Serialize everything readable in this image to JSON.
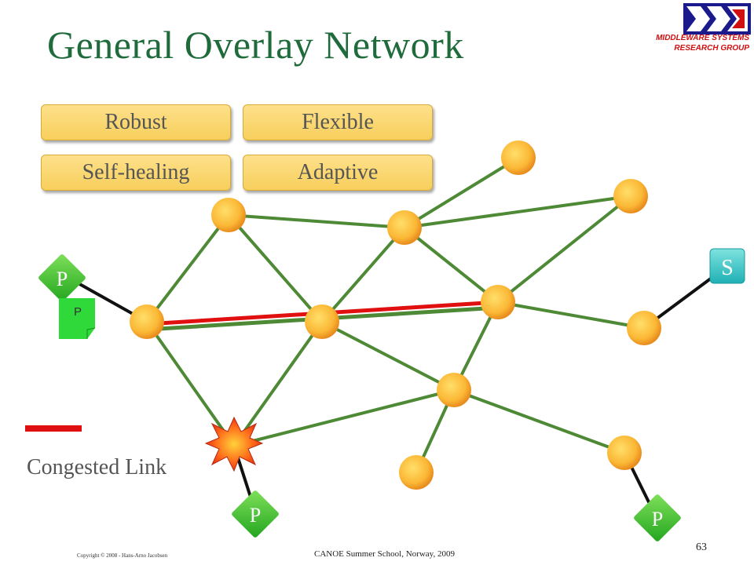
{
  "slide": {
    "title": "General Overlay Network",
    "org_line1": "MIDDLEWARE SYSTEMS",
    "org_line2": "RESEARCH GROUP"
  },
  "properties": [
    "Robust",
    "Flexible",
    "Self-healing",
    "Adaptive"
  ],
  "diagram": {
    "publisher_label": "P",
    "subscriber_label": "S",
    "message_label": "P",
    "legend_label": "Congested Link",
    "colors": {
      "link": "#4e8a36",
      "congested": "#e01010",
      "node": "#f9b436",
      "publisher": "#3bbf2f",
      "subscriber": "#2ec4c4"
    }
  },
  "footer": {
    "copyright": "Copyright © 2008 - Hans-Arno Jacobsen",
    "event": "CANOE Summer School, Norway, 2009",
    "page_number": "63"
  }
}
